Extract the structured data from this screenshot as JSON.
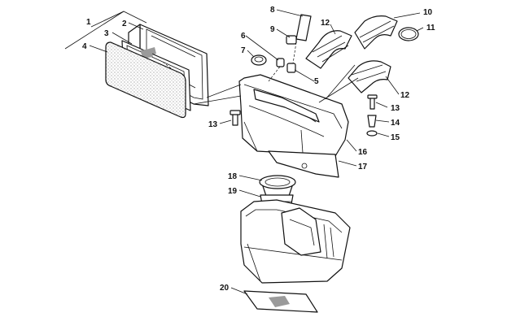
{
  "callouts": [
    {
      "id": "1",
      "text": "1"
    },
    {
      "id": "2",
      "text": "2"
    },
    {
      "id": "3",
      "text": "3"
    },
    {
      "id": "4",
      "text": "4"
    },
    {
      "id": "5",
      "text": "5"
    },
    {
      "id": "6",
      "text": "6"
    },
    {
      "id": "7",
      "text": "7"
    },
    {
      "id": "8",
      "text": "8"
    },
    {
      "id": "9",
      "text": "9"
    },
    {
      "id": "10",
      "text": "10"
    },
    {
      "id": "11",
      "text": "11"
    },
    {
      "id": "12a",
      "text": "12"
    },
    {
      "id": "12b",
      "text": "12"
    },
    {
      "id": "13a",
      "text": "13"
    },
    {
      "id": "13b",
      "text": "13"
    },
    {
      "id": "14",
      "text": "14"
    },
    {
      "id": "15",
      "text": "15"
    },
    {
      "id": "16",
      "text": "16"
    },
    {
      "id": "17",
      "text": "17"
    },
    {
      "id": "18",
      "text": "18"
    },
    {
      "id": "19",
      "text": "19"
    },
    {
      "id": "20",
      "text": "20"
    }
  ]
}
